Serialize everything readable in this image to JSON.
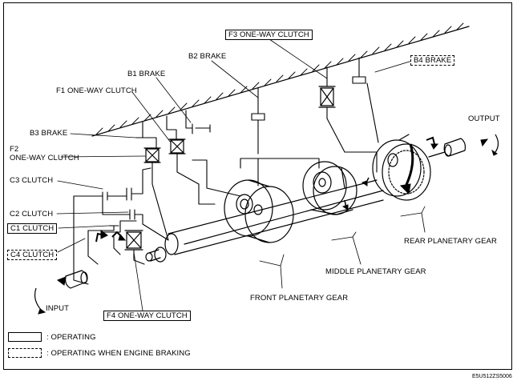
{
  "labels": {
    "f3_one_way_clutch": "F3 ONE-WAY CLUTCH",
    "b2_brake": "B2 BRAKE",
    "b4_brake": "B4 BRAKE",
    "b1_brake": "B1 BRAKE",
    "f1_one_way_clutch": "F1 ONE-WAY CLUTCH",
    "output": "OUTPUT",
    "b3_brake": "B3 BRAKE",
    "f2": "F2",
    "f2_one_way_clutch": "ONE-WAY CLUTCH",
    "c3_clutch": "C3 CLUTCH",
    "c2_clutch": "C2 CLUTCH",
    "c1_clutch": "C1 CLUTCH",
    "c4_clutch": "C4 CLUTCH",
    "rear_planetary_gear": "REAR PLANETARY GEAR",
    "middle_planetary_gear": "MIDDLE PLANETARY GEAR",
    "front_planetary_gear": "FRONT PLANETARY GEAR",
    "input": "INPUT",
    "f4_one_way_clutch": "F4 ONE-WAY CLUTCH"
  },
  "legend": {
    "operating": ": OPERATING",
    "operating_engine_braking": ": OPERATING WHEN ENGINE BRAKING"
  },
  "figure_code": "E5U512ZS5006"
}
